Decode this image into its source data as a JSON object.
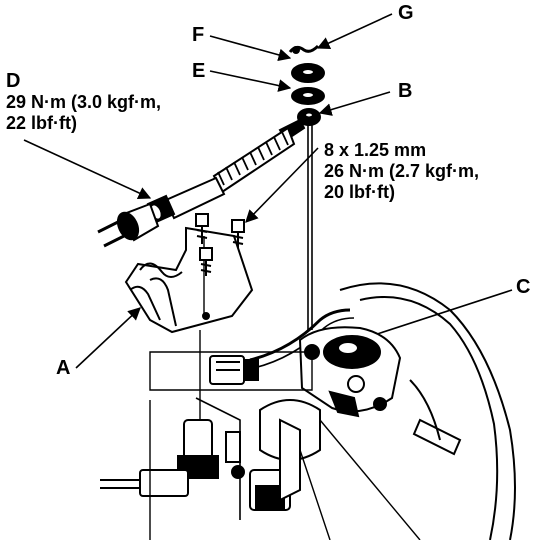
{
  "callouts": {
    "A": "A",
    "B": "B",
    "C": "C",
    "D": "D",
    "E": "E",
    "F": "F",
    "G": "G"
  },
  "specs": {
    "d_torque_line1": "29 N·m (3.0 kgf·m,",
    "d_torque_line2": "22 lbf·ft)",
    "bolt_line1": "8 x 1.25 mm",
    "bolt_line2": "26 N·m (2.7 kgf·m,",
    "bolt_line3": "20 lbf·ft)"
  },
  "colors": {
    "ink": "#000000",
    "paper": "#ffffff"
  }
}
